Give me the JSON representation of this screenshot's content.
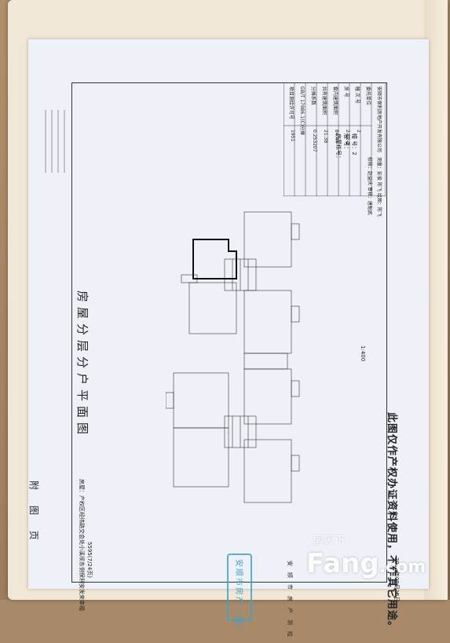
{
  "document": {
    "annex_title": "附 图 页",
    "main_title": "房屋分层分户平面图",
    "scale": "1:400",
    "disclaimer": "此图仅作产权办证资料使用，不作其它用途。",
    "date": "2019年08月15日",
    "issuer_vertical": "安顺市房产测绘",
    "address_line": "房屋：产权区经纬路交会处小溪坝东侧保利安发来幸福",
    "doc_number": "5595(7/24页)",
    "stamp_text": "安顺市房产（测）",
    "side_note": [
      "幢   号：2",
      "层   号：",
      "房屋栋号："
    ]
  },
  "info_table": {
    "title": "安顺市保利房地产开发有限公司",
    "rows": [
      {
        "label": "委托单位",
        "value": "安顺市保利房地产开发有限公司"
      },
      {
        "label": "幢 次 号",
        "value": "2"
      },
      {
        "label": "房   号",
        "value": "2-12-3"
      },
      {
        "label": "套内建筑面积",
        "value": "84.44",
        "unit": "m²"
      },
      {
        "label": "共有建筑面积",
        "value": "21.38",
        "unit": "m²"
      },
      {
        "label": "分摊系数",
        "value": "0.253207"
      },
      {
        "label": "批房产测量规范",
        "value": "GB/T 17986.1(C)分摊"
      },
      {
        "label": "项目测绘许可号",
        "value": "1951"
      }
    ],
    "surveyor": "测量：彭俊 陈飞 绘图：陈飞",
    "checker": "校核：赵益庆  审核：唐勉武"
  },
  "watermark": {
    "small": "房天下",
    "brand": "Fang",
    "tld": ".com"
  }
}
